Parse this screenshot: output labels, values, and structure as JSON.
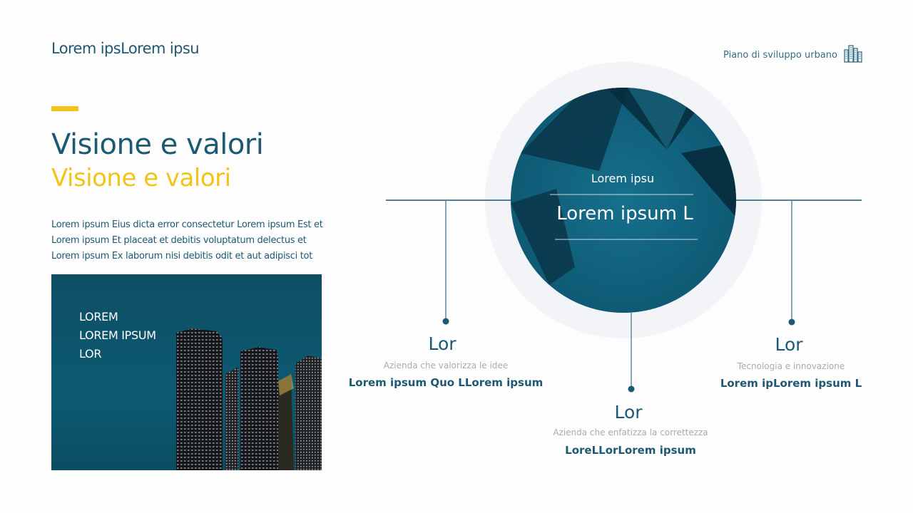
{
  "header": {
    "title": "Lorem ipsLorem ipsu",
    "subtitle": "Piano di sviluppo urbano",
    "icon": "city-buildings-icon"
  },
  "main": {
    "title": "Visione e valori",
    "title_secondary": "Visione e valori",
    "paragraph": "Lorem ipsum Eius dicta error consectetur Lorem ipsum Est et Lorem ipsum Et placeat et debitis voluptatum delectus et Lorem ipsum Ex laborum nisi debitis odit et aut adipisci tot",
    "photo_lines": [
      "LOREM",
      "LOREM IPSUM",
      "LOR"
    ]
  },
  "circle": {
    "top_label": "Lorem ipsu",
    "main_label": "Lorem ipsum L"
  },
  "points": [
    {
      "title": "Lor",
      "desc": "Azienda che valorizza le idee",
      "strong": "Lorem ipsum Quo LLorem ipsum"
    },
    {
      "title": "Lor",
      "desc": "Azienda che enfatizza la correttezza",
      "strong": "LoreLLorLorem ipsum"
    },
    {
      "title": "Lor",
      "desc": "Tecnologia e innovazione",
      "strong": "Lorem ipLorem ipsum L"
    }
  ],
  "colors": {
    "primary": "#1b5a72",
    "accent": "#f3c318",
    "muted": "#a3adb3"
  }
}
